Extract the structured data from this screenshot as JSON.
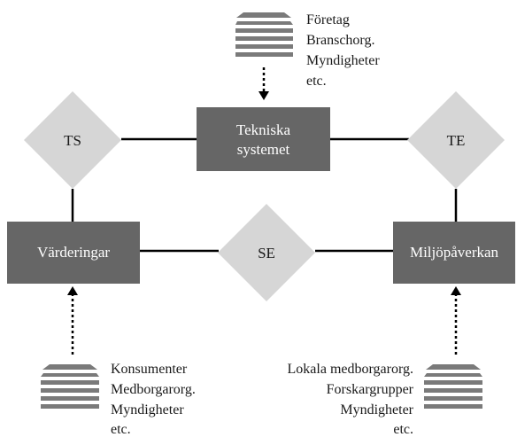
{
  "nodes": {
    "tekniska": {
      "lines": [
        "Tekniska",
        "systemet"
      ],
      "color": "#666666"
    },
    "varderingar": {
      "lines": [
        "Värderingar"
      ],
      "color": "#666666"
    },
    "miljo": {
      "lines": [
        "Miljöpåverkan"
      ],
      "color": "#666666"
    }
  },
  "relations": {
    "ts": {
      "label": "TS",
      "color": "#d6d6d6"
    },
    "te": {
      "label": "TE",
      "color": "#d6d6d6"
    },
    "se": {
      "label": "SE",
      "color": "#d6d6d6"
    }
  },
  "actors": {
    "top": {
      "lines": [
        "Företag",
        "Branschorg.",
        "Myndigheter",
        "etc."
      ]
    },
    "bottom_left": {
      "lines": [
        "Konsumenter",
        "Medborgarorg.",
        "Myndigheter",
        "etc."
      ]
    },
    "bottom_right": {
      "lines": [
        "Lokala medborgarorg.",
        "Forskargrupper",
        "Myndigheter",
        "etc."
      ]
    }
  },
  "stack_icon": "document-stack-icon",
  "colors": {
    "box": "#666666",
    "diamond": "#d6d6d6",
    "line": "#000000",
    "stack": "#7a7a7a"
  }
}
